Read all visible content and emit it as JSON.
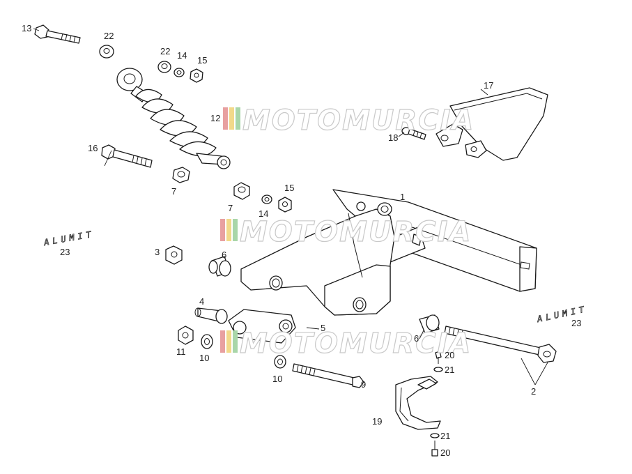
{
  "watermark": "MOTOMURCIA",
  "stickers": {
    "left": "ALUMIT",
    "right": "ALUMIT"
  },
  "callouts": {
    "c1": "1",
    "c2": "2",
    "c3": "3",
    "c4": "4",
    "c5": "5",
    "c6a": "6",
    "c6b": "6",
    "c7a": "7",
    "c7b": "7",
    "c9": "9",
    "c10a": "10",
    "c10b": "10",
    "c11": "11",
    "c12": "12",
    "c13": "13",
    "c14a": "14",
    "c14b": "14",
    "c15a": "15",
    "c15b": "15",
    "c16": "16",
    "c17": "17",
    "c18": "18",
    "c19": "19",
    "c20a": "20",
    "c20b": "20",
    "c21a": "21",
    "c21b": "21",
    "c22a": "22",
    "c22b": "22",
    "c23a": "23",
    "c23b": "23"
  },
  "colors": {
    "line": "#1a1a1a",
    "watermark_bars": [
      "#e8a0a0",
      "#f2d98a",
      "#a9d6a9"
    ]
  }
}
